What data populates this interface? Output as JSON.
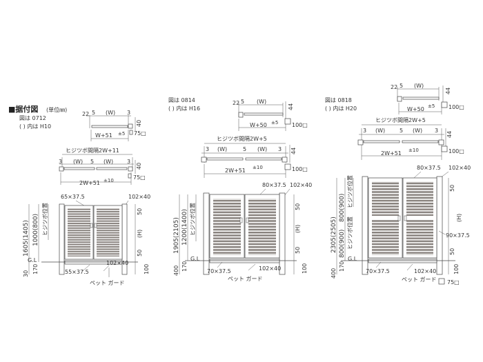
{
  "title": "■据付図",
  "unit": "(単位㎜)",
  "figures": [
    {
      "id": "0712",
      "ref": "図は 0712",
      "alt": "(  ) 内は H10",
      "plan_top": {
        "a": "22",
        "b": "5",
        "c": "(W)",
        "d": "3",
        "height": "40",
        "width_dim": "W+51",
        "tol": "±5",
        "post": "75□"
      },
      "pitch_label": "ヒジツボ間隔2W+11",
      "plan_bottom": {
        "a": "3",
        "b": "(W)",
        "c": "5",
        "d": "(W)",
        "e": "3",
        "height": "40",
        "width_dim": "2W+51",
        "tol": "±10",
        "post": "75□"
      },
      "elev": {
        "top_beam": "65×37.5",
        "top_post": "102×40",
        "h_total": "1605(1405)",
        "h_hinge": "1000(800)",
        "hinge_pos": "ヒジツボ位置",
        "d50a": "50",
        "h": "(H)",
        "d50b": "50",
        "gl": "G.L",
        "d170": "170",
        "d30": "30",
        "d100": "100",
        "bot_beam": "55×37.5",
        "bot_post": "102×40",
        "pet_guard": "ペット ガード"
      }
    },
    {
      "id": "0814",
      "ref": "図は 0814",
      "alt": "(  ) 内は H16",
      "plan_top": {
        "a": "22",
        "b": "5",
        "c": "(W)",
        "height": "44",
        "width_dim": "W+50",
        "tol": "±5",
        "post": "100□"
      },
      "pitch_label": "ヒジツボ間隔2W+5",
      "plan_bottom": {
        "a": "3",
        "b": "(W)",
        "c": "5",
        "d": "(W)",
        "e": "3",
        "height": "44",
        "width_dim": "2W+51",
        "tol": "±10",
        "post": "100□"
      },
      "elev": {
        "top_beam": "80×37.5",
        "top_post": "102×40",
        "h_total": "1905(2105)",
        "h_hinge": "1200(1400)",
        "hinge_pos": "ヒジツボ位置",
        "d50a": "50",
        "h": "(H)",
        "d50b": "50",
        "gl": "G.L",
        "d170": "170",
        "d400": "400",
        "d100": "100",
        "bot_beam": "70×37.5",
        "bot_post": "102×40",
        "pet_guard": "ペット ガード"
      }
    },
    {
      "id": "0818",
      "ref": "図は 0818",
      "alt": "(  ) 内は H20",
      "plan_top": {
        "a": "22",
        "b": "5",
        "c": "(W)",
        "height": "44",
        "width_dim": "W+50",
        "tol": "±5",
        "post": "100□"
      },
      "pitch_label": "ヒジツボ間隔2W+5",
      "plan_bottom": {
        "a": "3",
        "b": "(W)",
        "c": "5",
        "d": "(W)",
        "e": "3",
        "height": "44",
        "width_dim": "2W+51",
        "tol": "±10",
        "post": "100□"
      },
      "elev": {
        "top_beam": "80×37.5",
        "top_post": "102×40",
        "h_total": "2305(2505)",
        "h_hinge": "800(900)",
        "h_hinge2": "800(900)",
        "hinge_pos": "ヒジツボ位置",
        "hinge_pos2": "ヒジツボ位置",
        "d50a": "50",
        "h": "(H)",
        "d50b": "50",
        "mid": "90×37.5",
        "gl": "G.L",
        "d170": "170",
        "d400": "400",
        "d100": "100",
        "bot_beam": "70×37.5",
        "bot_post": "102×40",
        "pet_guard": "ペット ガード",
        "post": "75□"
      }
    }
  ]
}
